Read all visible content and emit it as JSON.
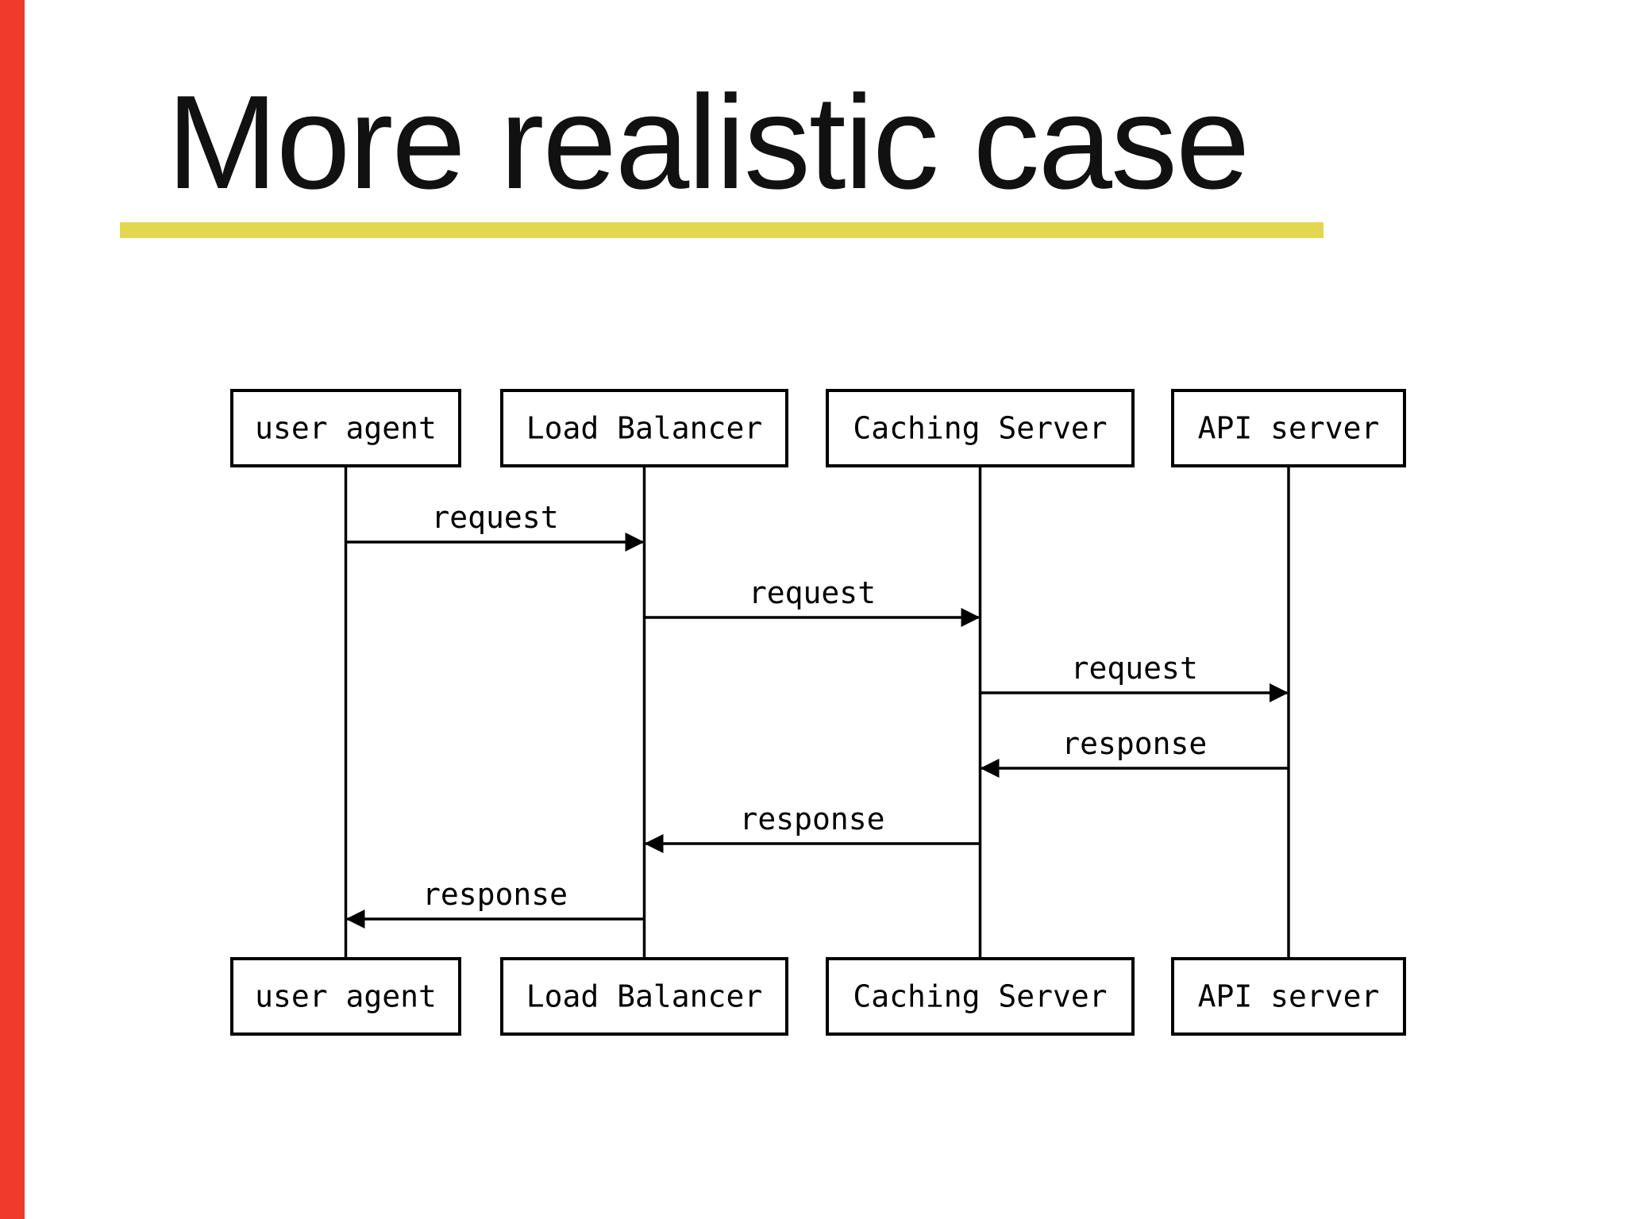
{
  "slide": {
    "title": "More realistic case"
  },
  "colors": {
    "accent_bar": "#ef3b2c",
    "underline": "#e3d74f",
    "title_text": "#111111",
    "diagram_stroke": "#000000"
  },
  "diagram": {
    "type": "sequence",
    "participants": [
      {
        "id": "ua",
        "label": "user agent"
      },
      {
        "id": "lb",
        "label": "Load Balancer"
      },
      {
        "id": "cs",
        "label": "Caching Server"
      },
      {
        "id": "api",
        "label": "API server"
      }
    ],
    "messages": [
      {
        "from": "ua",
        "to": "lb",
        "label": "request"
      },
      {
        "from": "lb",
        "to": "cs",
        "label": "request"
      },
      {
        "from": "cs",
        "to": "api",
        "label": "request"
      },
      {
        "from": "api",
        "to": "cs",
        "label": "response"
      },
      {
        "from": "cs",
        "to": "lb",
        "label": "response"
      },
      {
        "from": "lb",
        "to": "ua",
        "label": "response"
      }
    ]
  }
}
